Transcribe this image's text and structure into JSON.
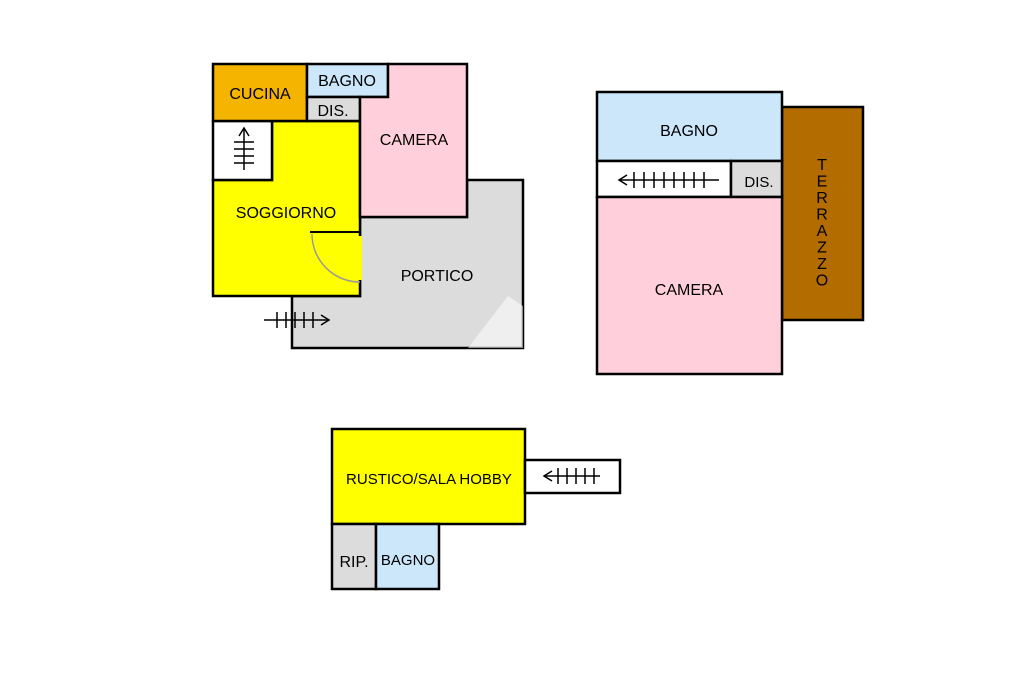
{
  "colors": {
    "cucina": "#f5b400",
    "soggiorno": "#ffff00",
    "camera": "#ffd0dc",
    "bagno": "#cce6fa",
    "dis": "#dcdcdc",
    "portico": "#dcdcdc",
    "terrazzo": "#b36c00",
    "stair": "#ffffff",
    "rustico": "#ffff00",
    "rip": "#dcdcdc"
  },
  "labels": {
    "cucina": "CUCINA",
    "bagno_ground": "BAGNO",
    "dis_ground": "DIS.",
    "camera_ground": "CAMERA",
    "soggiorno": "SOGGIORNO",
    "portico": "PORTICO",
    "bagno_first": "BAGNO",
    "dis_first": "DIS.",
    "camera_first": "CAMERA",
    "terrazzo": "TERRAZZO",
    "rustico": "RUSTICO/SALA HOBBY",
    "rip": "RIP.",
    "bagno_basement": "BAGNO"
  }
}
